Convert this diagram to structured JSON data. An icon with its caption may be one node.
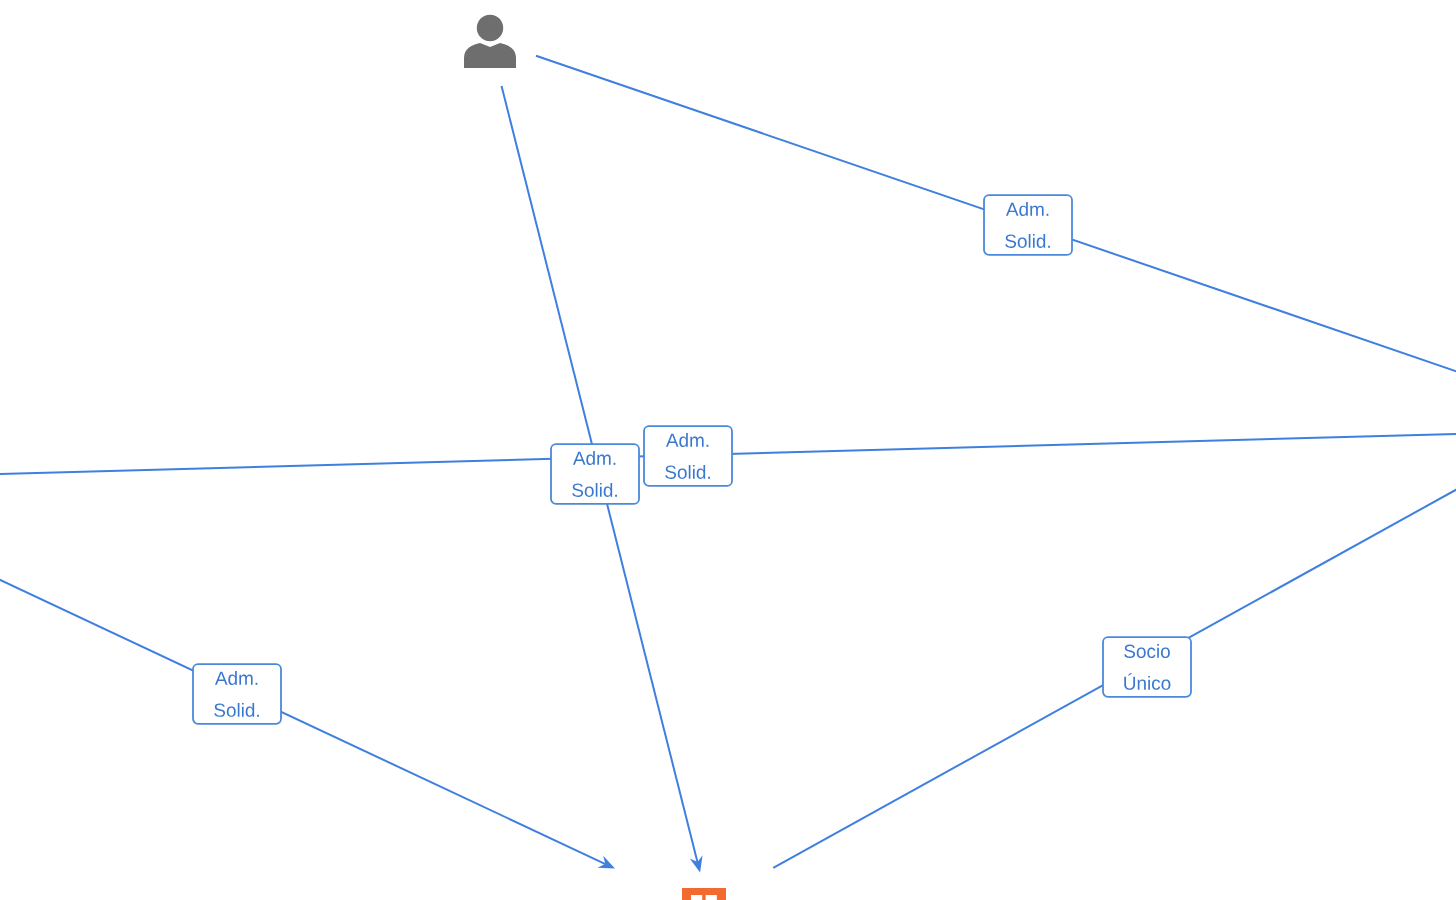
{
  "diagram": {
    "nodes": [
      {
        "text": [],
        "shape": "person"
      },
      {
        "text": [],
        "shape": "building"
      }
    ],
    "edges": [
      {
        "from": 0,
        "to": null,
        "arrow": "none",
        "label": "Adm. Solid."
      },
      {
        "from": 0,
        "to": 1,
        "arrow": "to",
        "label": "Adm. Solid."
      },
      {
        "from": null,
        "to": 1,
        "arrow": "to",
        "label": "Adm. Solid."
      },
      {
        "from": 1,
        "to": null,
        "arrow": "none",
        "label": "Socio Único"
      }
    ],
    "labels": [
      "Adm. Solid."
    ]
  }
}
